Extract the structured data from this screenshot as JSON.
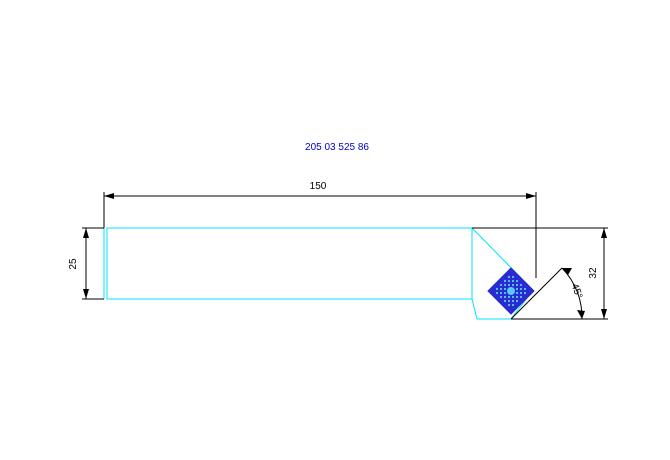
{
  "drawing": {
    "part_number": "205 03 525 86",
    "dimensions": {
      "overall_length": "150",
      "shank_height": "25",
      "total_height": "32",
      "angle": "45°"
    }
  },
  "colors": {
    "outline": "#00e5ff",
    "dimension": "#000000",
    "part_number": "#0000cc",
    "insert_fill": "#2a2ad0",
    "insert_core": "#55ccff"
  }
}
